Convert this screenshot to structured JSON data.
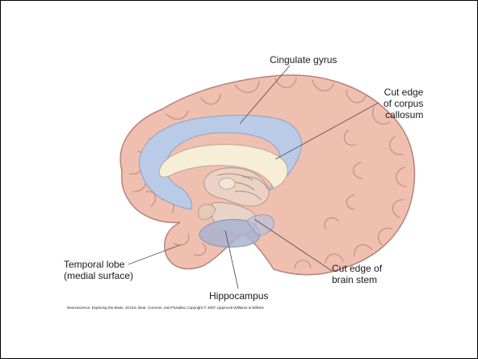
{
  "figure": {
    "labels": {
      "cingulate_gyrus": "Cingulate gyrus",
      "corpus_callosum": "Cut edge\nof corpus\ncallosum",
      "temporal_lobe": "Temporal lobe\n(medial surface)",
      "brain_stem": "Cut edge of\nbrain stem",
      "hippocampus": "Hippocampus"
    },
    "credit": "Neuroscience: Exploring the Brain, 3rd Ed, Bear, Connors, and Paradiso Copyright © 2007 Lippincott Williams & Wilkins"
  },
  "colors": {
    "cortex": "#efc0b0",
    "cortex_dark": "#c88e80",
    "limbic": "#b9cbe6",
    "callosum": "#f7eed8",
    "hippocampus": "#a9b3d2",
    "stem": "#e8d4c6"
  }
}
